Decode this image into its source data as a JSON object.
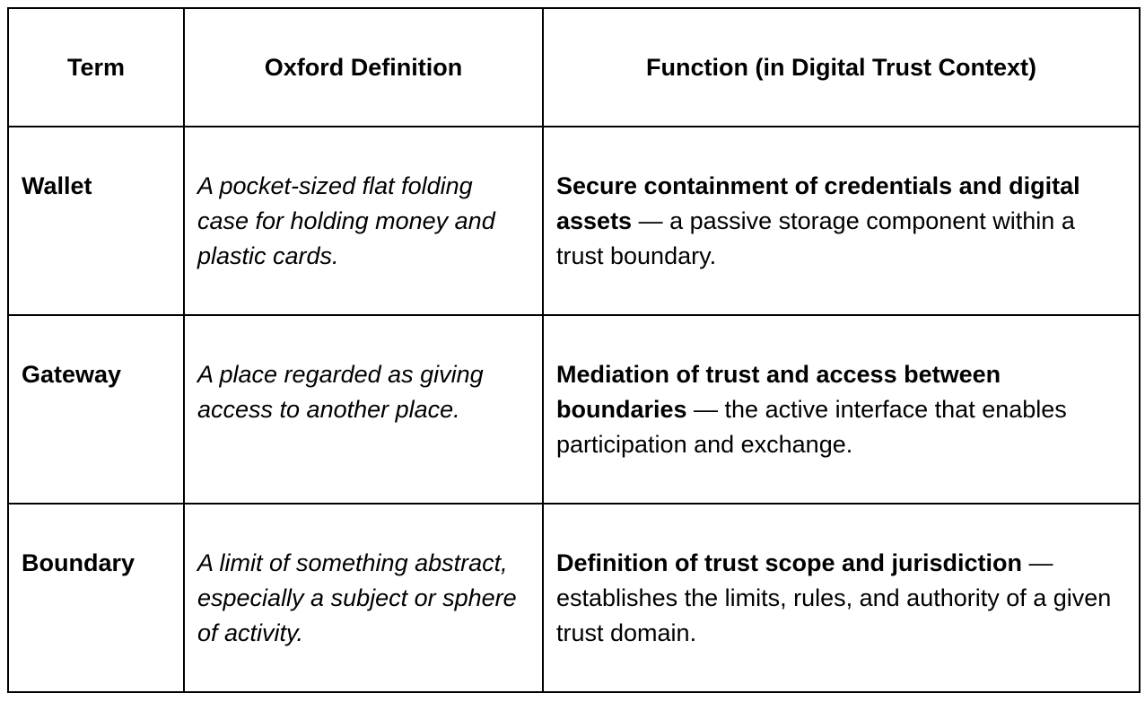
{
  "table": {
    "headers": [
      "Term",
      "Oxford Definition",
      "Function (in Digital Trust Context)"
    ],
    "rows": [
      {
        "term": "Wallet",
        "oxford": "A pocket-sized flat folding case for holding money and plastic cards.",
        "function_lead": "Secure containment of credentials and digital assets",
        "function_rest": " — a passive storage component within a trust boundary."
      },
      {
        "term": "Gateway",
        "oxford": "A place regarded as giving access to another place.",
        "function_lead": "Mediation of trust and access between boundaries",
        "function_rest": " — the active interface that enables participation and exchange."
      },
      {
        "term": "Boundary",
        "oxford": "A limit of something abstract, especially a subject or sphere of activity.",
        "function_lead": "Definition of trust scope and jurisdiction",
        "function_rest": " — establishes the limits, rules, and authority of a given trust domain."
      }
    ]
  }
}
